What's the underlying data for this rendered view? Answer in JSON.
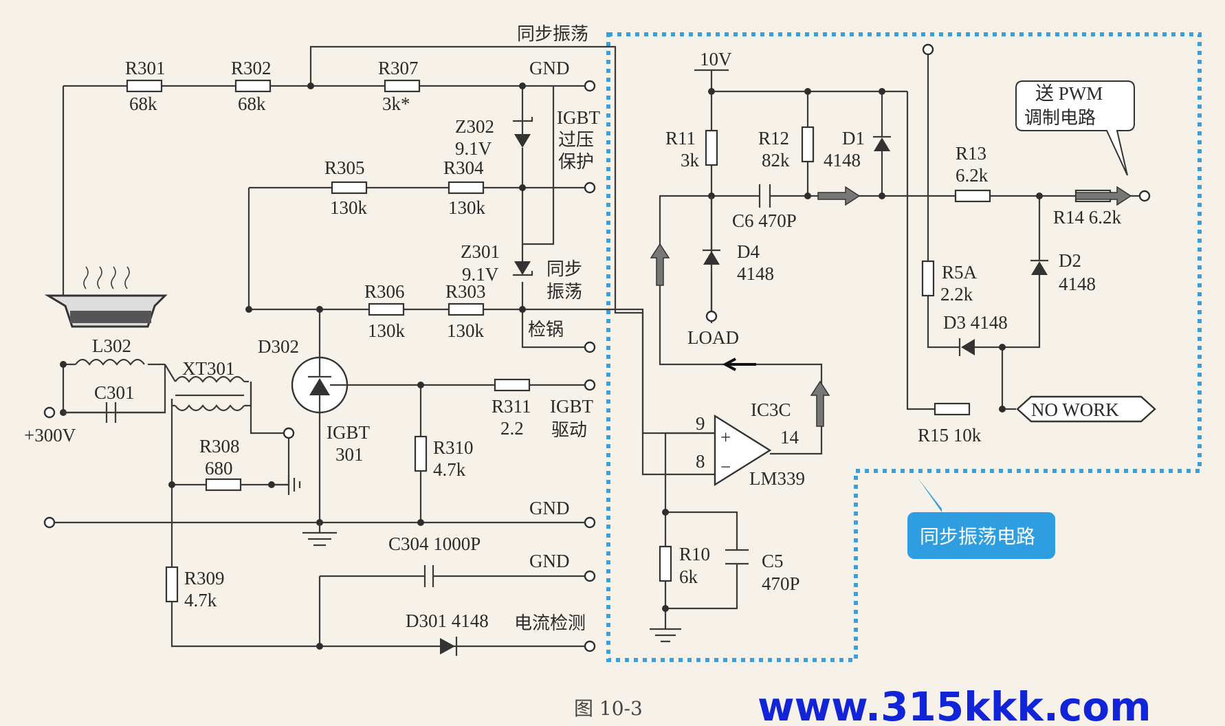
{
  "labels": {
    "sync_osc_top": "同步振荡",
    "r301": "R301",
    "r301_val": "68k",
    "r302": "R302",
    "r302_val": "68k",
    "r307": "R307",
    "r307_val": "3k*",
    "gnd1": "GND",
    "z302": "Z302",
    "z302_val": "9.1V",
    "igbt_ov": "IGBT",
    "igbt_ov_cn1": "过压",
    "igbt_ov_cn2": "保护",
    "r305": "R305",
    "r305_val": "130k",
    "r304": "R304",
    "r304_val": "130k",
    "z301": "Z301",
    "z301_val": "9.1V",
    "sync_osc_mid1": "同步",
    "sync_osc_mid2": "振荡",
    "r306": "R306",
    "r306_val": "130k",
    "r303": "R303",
    "r303_val": "130k",
    "pan_detect": "检锅",
    "l302": "L302",
    "xt301": "XT301",
    "d302": "D302",
    "c301": "C301",
    "plus300v": "+300V",
    "igbt301_a": "IGBT",
    "igbt301_b": "301",
    "r311": "R311",
    "r311_val": "2.2",
    "igbt_drv": "IGBT",
    "igbt_drv_cn": "驱动",
    "r308": "R308",
    "r308_val": "680",
    "r310": "R310",
    "r310_val": "4.7k",
    "gnd2": "GND",
    "c304": "C304 1000P",
    "gnd3": "GND",
    "r309": "R309",
    "r309_val": "4.7k",
    "d301": "D301 4148",
    "current_detect": "电流检测",
    "v10": "10V",
    "r11": "R11",
    "r11_val": "3k",
    "r12": "R12",
    "r12_val": "82k",
    "d1": "D1",
    "d1_val": "4148",
    "r13": "R13",
    "r13_val": "6.2k",
    "pwm_line1": "送 PWM",
    "pwm_line2": "调制电路",
    "c6": "C6 470P",
    "r14": "R14 6.2k",
    "d4": "D4",
    "d4_val": "4148",
    "load": "LOAD",
    "r5a": "R5A",
    "r5a_val": "2.2k",
    "d2": "D2",
    "d2_val": "4148",
    "d3": "D3 4148",
    "ic3c": "IC3C",
    "pin9": "9",
    "pin8": "8",
    "pin14": "14",
    "lm339": "LM339",
    "r15": "R15 10k",
    "no_work": "NO WORK",
    "r10": "R10",
    "r10_val": "6k",
    "c5": "C5",
    "c5_val": "470P",
    "badge": "同步振荡电路",
    "figure_caption": "图 10-3",
    "watermark": "www.315kkk.com"
  }
}
